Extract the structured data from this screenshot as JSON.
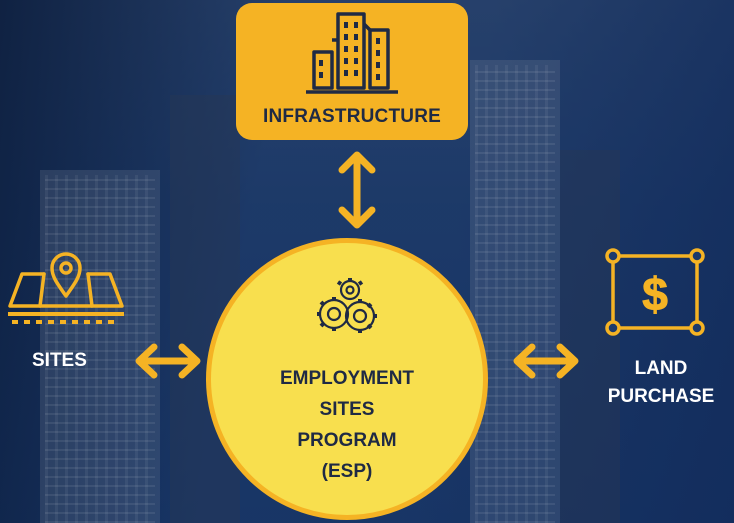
{
  "diagram": {
    "center": {
      "line1": "EMPLOYMENT",
      "line2": "SITES",
      "line3": "PROGRAM",
      "line4": "(ESP)",
      "icon": "gears-icon"
    },
    "infrastructure": {
      "label": "INFRASTRUCTURE",
      "icon": "city-buildings-icon"
    },
    "sites": {
      "label": "SITES",
      "icon": "map-pin-road-icon"
    },
    "land_purchase": {
      "line1": "LAND",
      "line2": "PURCHASE",
      "icon": "dollar-frame-icon"
    }
  },
  "colors": {
    "accent_orange": "#f5b324",
    "center_yellow": "#f8df4e",
    "dark_text": "#1f2a44",
    "background_blue": "#1c3a6b"
  }
}
